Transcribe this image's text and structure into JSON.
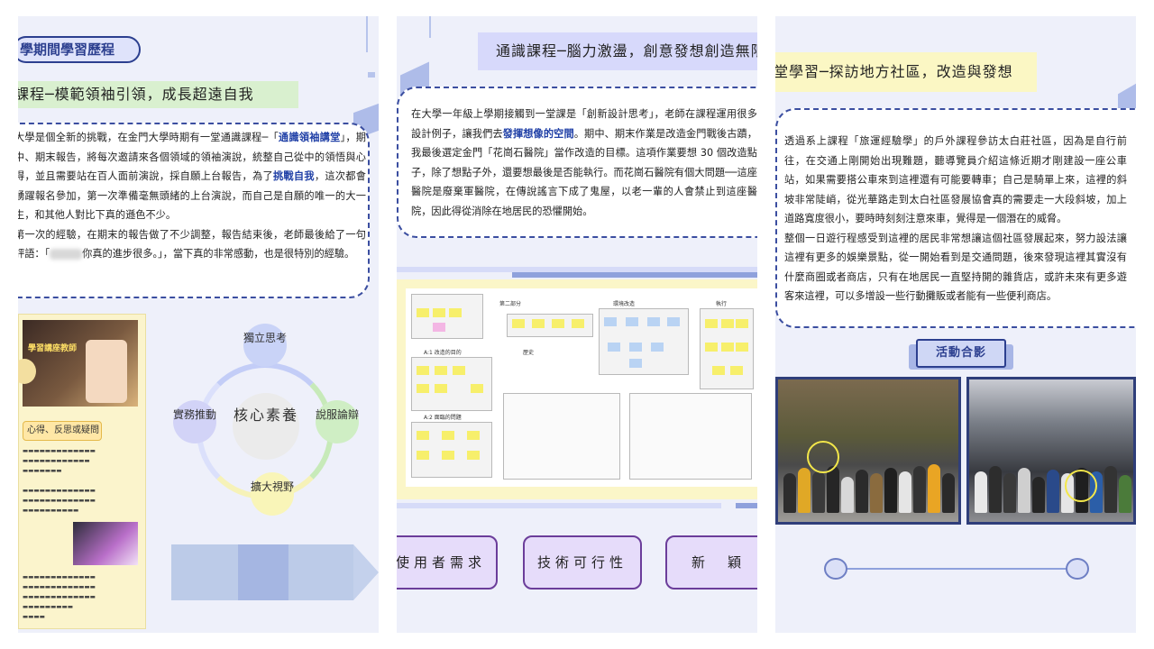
{
  "panel1": {
    "title": "學期間學習歷程",
    "subtitle": "課程─模範領袖引領，成長超遠自我",
    "text": {
      "p1_a": "大學是個全新的挑戰，在金門大學時期有一堂通識課程─「",
      "p1_hl1": "通識領袖講堂",
      "p1_b": "」，期中、期末報告，將每次邀請來各個領域的領袖演說，統整自己從中的領悟與心得，並且需要站在百人面前演說，採自願上台報告，為了",
      "p1_hl2": "挑戰自我",
      "p1_c": "，這次都會踴躍報名參加，第一次準備毫無頭緒的上台演說，而自己是自願的唯一的大一生，和其他人對比下真的遜色不少。",
      "p2_a": "第一次的經驗，在期末的報告做了不少調整，報告結束後，老師最後給了一句評語：「",
      "p2_b": "你真的進步很多。」，當下真的非常感動，也是很特別的經驗。"
    },
    "gallery": {
      "photo_caption": "學習講座教師",
      "heading": "心得、反思或疑問"
    },
    "diagram": {
      "center": "核心素養",
      "top": "獨立思考",
      "right": "說服論辯",
      "bottom": "擴大視野",
      "left": "實務推動"
    }
  },
  "panel2": {
    "title": "通識課程─腦力激盪，創意發想創造無限",
    "text": {
      "a": "在大學一年級上學期接觸到一堂課是「創新設計思考」，老師在課程運用很多設計例子，讓我們去",
      "hl": "發揮想像的空間",
      "b": "。期中、期末作業是改造金門戰後古蹟，我最後選定金門「花崗石醫院」當作改造的目標。這項作業要想 30 個改造點子，除了想點子外，還要想最後是否能執行。而花崗石醫院有個大問題──這座醫院是廢棄軍醫院，在傳說謠言下成了鬼屋，以老一輩的人會禁止到這座醫院，因此得從消除在地居民的恐懼開始。"
    },
    "diagram_labels": {
      "part2": "第二部分",
      "env": "環境改造",
      "exec": "執行",
      "history": "歷史",
      "section_b": "A:2 面臨的問題",
      "section_a": "A:1 改造的目的"
    },
    "buttons": [
      "使用者需求",
      "技術可行性",
      "新　穎"
    ]
  },
  "panel3": {
    "title": "堂學習─探訪地方社區，改造與發想",
    "text": {
      "p1": "透過系上課程「旅運經驗學」的戶外課程參訪太白莊社區，因為是自行前往，在交通上剛開始出現難題，聽導覽員介紹這條近期才剛建設一座公車站，如果需要搭公車來到這裡還有可能要轉車；自己是騎單上來，這裡的斜坡非常陡峭，從光華路走到太白社區發展協會真的需要走一大段斜坡，加上道路寬度很小，要時時刻刻注意來車，覺得是一個潛在的威脅。",
      "p2": "整個一日遊行程感受到這裡的居民非常想讓這個社區發展起來，努力設法讓這裡有更多的娛樂景點，從一開始看到是交通問題，後來發現這裡其實沒有什麼商圈或者商店，只有在地居民一直堅持開的雜貨店，或許未來有更多遊客來這裡，可以多增設一些行動攤販或者能有一些便利商店。"
    },
    "activity_label": "活動合影"
  }
}
